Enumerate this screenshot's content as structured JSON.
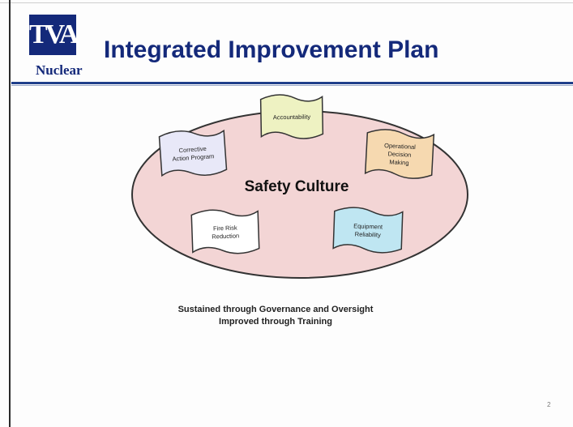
{
  "header": {
    "logo_text": "TVA",
    "logo_subtext": "Nuclear",
    "title": "Integrated Improvement Plan"
  },
  "diagram": {
    "center_label": "Safety Culture",
    "items": [
      {
        "lines": [
          "Accountability"
        ],
        "fill": "#eef2c2"
      },
      {
        "lines": [
          "Operational",
          "Decision",
          "Making"
        ],
        "fill": "#f6d9b0"
      },
      {
        "lines": [
          "Corrective",
          "Action Program"
        ],
        "fill": "#e8e8f8"
      },
      {
        "lines": [
          "Fire Risk",
          "Reduction"
        ],
        "fill": "#ffffff"
      },
      {
        "lines": [
          "Equipment",
          "Reliability"
        ],
        "fill": "#bfe6f2"
      }
    ],
    "ellipse_fill": "#f3d5d5"
  },
  "caption": {
    "line1": "Sustained through Governance and Oversight",
    "line2": "Improved through Training"
  },
  "page_number": "2"
}
